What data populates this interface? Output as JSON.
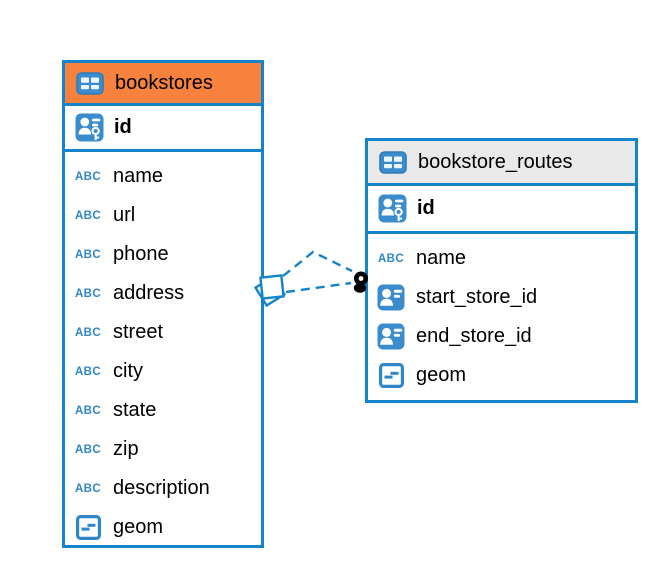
{
  "diagram": {
    "kind": "entity-relationship-diagram",
    "background": "#ffffff"
  },
  "colors": {
    "table_border": "#1583c9",
    "relation_line": "#1583c9",
    "bookstores_header_bg": "#f6823e",
    "bookstore_routes_header_bg": "#e9e9e9",
    "icon_blue_fill": "#3a8ccd",
    "text": "#000000"
  },
  "icons": {
    "text_type_glyph": "ABC"
  },
  "tables": [
    {
      "title": "bookstores",
      "header_color": "#f6823e",
      "primary_key": {
        "name": "id",
        "icon": "id-primary-key-icon"
      },
      "columns": [
        {
          "name": "name",
          "icon": "text-type-icon"
        },
        {
          "name": "url",
          "icon": "text-type-icon"
        },
        {
          "name": "phone",
          "icon": "text-type-icon"
        },
        {
          "name": "address",
          "icon": "text-type-icon"
        },
        {
          "name": "street",
          "icon": "text-type-icon"
        },
        {
          "name": "city",
          "icon": "text-type-icon"
        },
        {
          "name": "state",
          "icon": "text-type-icon"
        },
        {
          "name": "zip",
          "icon": "text-type-icon"
        },
        {
          "name": "description",
          "icon": "text-type-icon"
        },
        {
          "name": "geom",
          "icon": "geometry-type-icon"
        }
      ]
    },
    {
      "title": "bookstore_routes",
      "header_color": "#e9e9e9",
      "primary_key": {
        "name": "id",
        "icon": "id-primary-key-icon"
      },
      "columns": [
        {
          "name": "name",
          "icon": "text-type-icon"
        },
        {
          "name": "start_store_id",
          "icon": "person-reference-icon"
        },
        {
          "name": "end_store_id",
          "icon": "person-reference-icon"
        },
        {
          "name": "geom",
          "icon": "geometry-type-icon"
        }
      ]
    }
  ],
  "relations": [
    {
      "from_table": "bookstores",
      "to_table": "bookstore_routes",
      "line_style": "dashed",
      "from_marker": "diamond",
      "to_marker": "dot"
    },
    {
      "from_table": "bookstores",
      "to_table": "bookstore_routes",
      "line_style": "dashed",
      "from_marker": "diamond",
      "to_marker": "dot"
    }
  ]
}
